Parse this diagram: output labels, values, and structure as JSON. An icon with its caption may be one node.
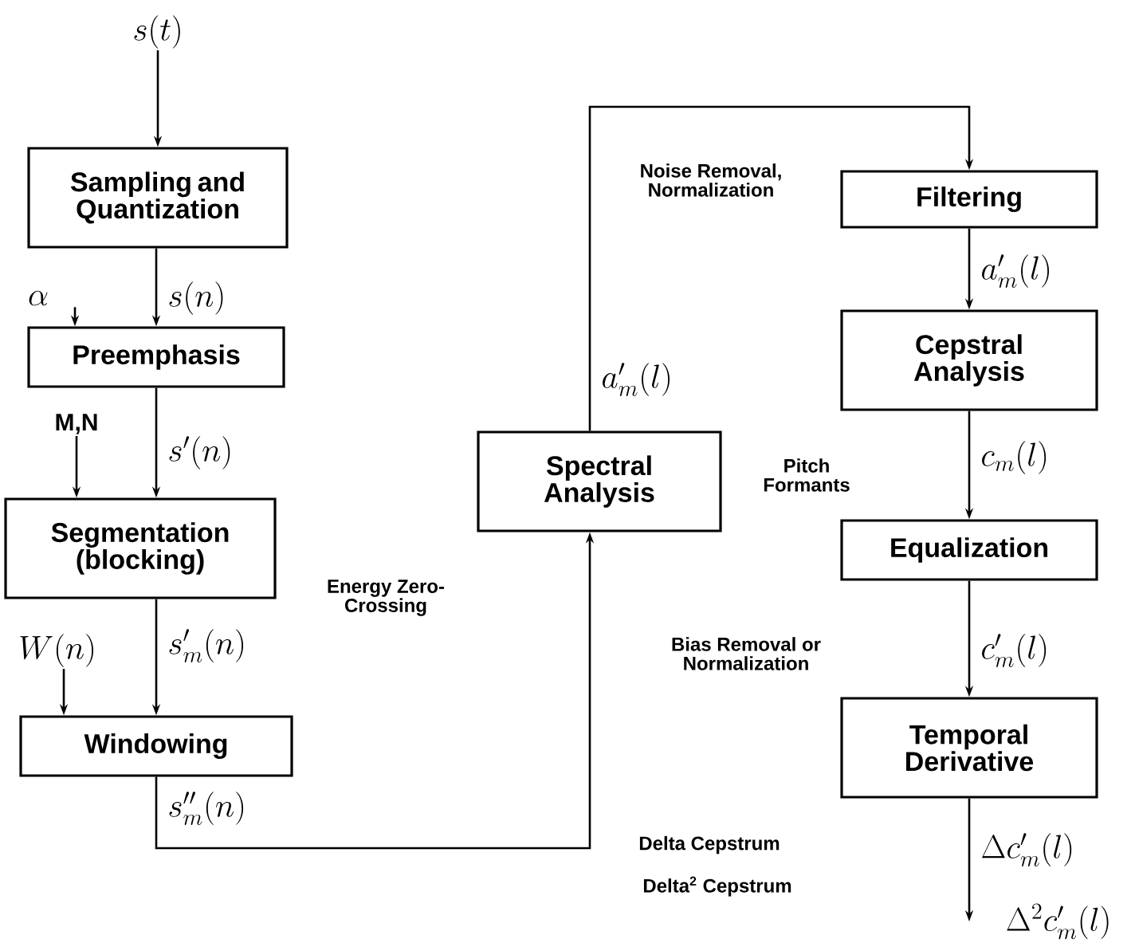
{
  "diagram": {
    "nodes": [
      {
        "text": [
          "s(t)"
        ]
      },
      {
        "text": [
          "Sampling and Quantization"
        ]
      },
      {
        "text": [
          "\\alpha"
        ]
      },
      {
        "text": [
          "Preemphasis"
        ]
      },
      {
        "text": [
          "M,N"
        ]
      },
      {
        "text": [
          "Segmentation (blocking)"
        ]
      },
      {
        "text": [
          "W(n)"
        ]
      },
      {
        "text": [
          "Windowing"
        ]
      },
      {
        "text": [
          "Spectral Analysis"
        ]
      },
      {
        "text": [
          "Filtering"
        ]
      },
      {
        "text": [
          "Cepstral Analysis"
        ]
      },
      {
        "text": [
          "Equalization"
        ]
      },
      {
        "text": [
          "Temporal Derivative"
        ]
      },
      {
        "text": [
          "\\Delta^2 c'_m(l)"
        ]
      }
    ],
    "edges": [
      {
        "from": 0,
        "to": 1,
        "arrow": "to"
      },
      {
        "from": 1,
        "to": 3,
        "arrow": "to",
        "label": "s(n)"
      },
      {
        "from": 2,
        "to": 3,
        "arrow": "to"
      },
      {
        "from": 3,
        "to": 5,
        "arrow": "to",
        "label": "s'(n)"
      },
      {
        "from": 4,
        "to": 5,
        "arrow": "to"
      },
      {
        "from": 5,
        "to": 7,
        "arrow": "to",
        "label": "s'_m(n)"
      },
      {
        "from": 6,
        "to": 7,
        "arrow": "to"
      },
      {
        "from": 7,
        "to": 8,
        "arrow": "to",
        "label": "s''_m(n)"
      },
      {
        "from": 8,
        "to": 9,
        "arrow": "to",
        "label": "a'_m(l)"
      },
      {
        "from": 9,
        "to": 10,
        "arrow": "to",
        "label": "a'_m(l)"
      },
      {
        "from": 10,
        "to": 11,
        "arrow": "to",
        "label": "c_m(l)"
      },
      {
        "from": 11,
        "to": 12,
        "arrow": "to",
        "label": "c'_m(l)"
      },
      {
        "from": 12,
        "to": 13,
        "arrow": "to",
        "label": "\\Delta c'_m(l)"
      }
    ],
    "labels": [
      "Energy Zero-Crossing",
      "Noise Removal, Normalization",
      "Pitch Formants",
      "Bias Removal or Normalization",
      "Delta Cepstrum",
      "Delta$^{2}$ Cepstrum"
    ]
  }
}
